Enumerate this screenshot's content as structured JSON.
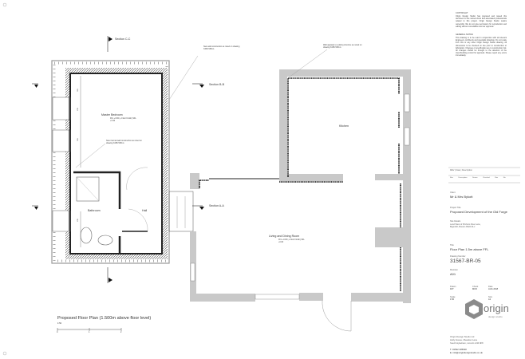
{
  "notes": {
    "copyright_heading": "COPYRIGHT",
    "copyright_text": "Origin Design Studio has prepared and issued this document to the named client and associated professionals related to this project. Origin Design Studio retains ownership. We do not give permission for reproduction and editing without consultation and our approval.",
    "general_heading": "GENERAL NOTES",
    "general_text": "This drawing is to be read in conjunction with all relevant Engineers, Architects and specialist drawings. Do not scale from this or any other Origin Design Studio drawing. All dimensions to be checked on site prior to construction or fabrication. Changes or specification are to construction risk. All changes should be brought to the attention of the client/building control for approval. Please report any errors immediately."
  },
  "drawing": {
    "title": "Proposed Floor Plan (1.500m above floor level)",
    "scale": "1:50",
    "scale_ticks": [
      "0",
      "1",
      "2"
    ],
    "sections": [
      "Section C-C",
      "Section B-B",
      "Section A-A"
    ],
    "rooms": [
      "Master Bedroom",
      "Bathroom",
      "Hall",
      "Kitchen",
      "Living and Dining Room"
    ],
    "level_bedroom": "FFL +3.84 (+ Floor Finish) SFL +3.40",
    "level_living": "FFL +0.00 (+ Floor Finish) SFL +0.00",
    "note_external_wall": "New wall construction as noted on drawing 31567-BR-G",
    "note_internal_wall": "New internal wall construction as noted on drawing 31567-BR-G",
    "note_upgrade": "Wall upgrade to existing structure as noted on drawing 31567-BR-G",
    "dims": [
      "315",
      "235",
      "315",
      "235"
    ]
  },
  "title_block": {
    "rev_header": "REV  |  Date  |  Description",
    "revision_row": [
      "Rev",
      "Description",
      "Drawn",
      "Checked",
      "Rev No"
    ],
    "client_caption": "Client",
    "client": "Mr & Mrs Bykott",
    "project_caption": "Project Title",
    "project": "Proposed Development of the Old Forge",
    "site_caption": "Site Details",
    "site": "Land West of Pitchers Row Lane, Bigenhill, Boston PE20 2LJ",
    "title_caption": "Title",
    "title": "Floor Plan 1.5m above FFL",
    "drawing_number_caption": "Drawing Number",
    "drawing_number": "31567-BR-05",
    "revision_caption": "Revision",
    "revision": "A01",
    "drawn_caption": "Drawn",
    "drawn": "DJT",
    "check_caption": "Check",
    "check": "MOO",
    "date_caption": "Date",
    "date": "AUG 2018",
    "scale_caption": "Scale",
    "scale": "1:50",
    "size_caption": "Size",
    "size": "A1",
    "logo_word": "origin",
    "logo_sub": "design studio",
    "company": "Origin Design Studio Ltd",
    "address1": "Holly House, Meadow Lane",
    "address2": "South Hykeham, Lincoln LN6 9PF",
    "phone": "T. 01522 405630",
    "email": "E. info@origindesignstudio.co.uk"
  }
}
